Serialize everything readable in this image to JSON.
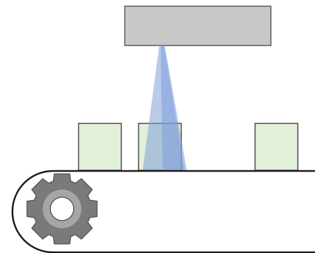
{
  "colors": {
    "background": "#ffffff",
    "scanner_fill": "#c8c8c8",
    "scanner_stroke": "#595959",
    "beam_fill": "#7f9fd8",
    "beam_stroke": "#6e8fcf",
    "box_fill": "#e2efd9",
    "box_stroke": "#4a4a4a",
    "belt_stroke": "#1a1a1a",
    "gear_outer": "#7a7a7a",
    "gear_inner": "#a6a6a6",
    "gear_stroke": "#5a5a5a",
    "gear_hole": "#ffffff"
  },
  "diagram": {
    "scanner": {
      "icon": "scanner-head"
    },
    "beam": {
      "icon": "light-beam"
    },
    "packages": [
      {
        "id": "package-1",
        "icon": "box",
        "scanned": false
      },
      {
        "id": "package-2",
        "icon": "box",
        "scanned": true
      },
      {
        "id": "package-3",
        "icon": "box",
        "scanned": false
      }
    ],
    "conveyor": {
      "icon": "conveyor-belt"
    },
    "drive_gear": {
      "icon": "gear-icon",
      "teeth": 8
    }
  }
}
